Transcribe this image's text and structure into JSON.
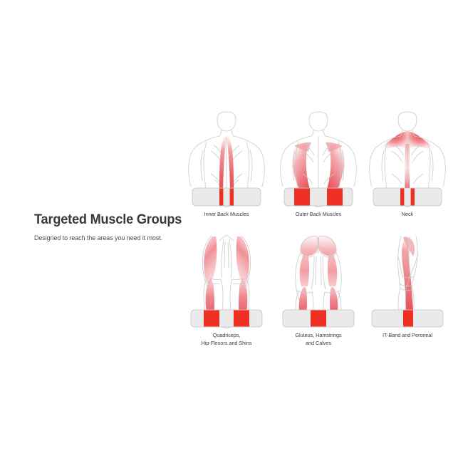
{
  "headline": {
    "title": "Targeted Muscle Groups",
    "subtitle": "Designed to reach the areas you need it most."
  },
  "colors": {
    "background": "#ffffff",
    "title_text": "#383838",
    "subtitle_text": "#4a4a4a",
    "label_text": "#3d3d3d",
    "body_outline": "#c9c9c9",
    "muscle_highlight": "#e8626a",
    "muscle_highlight_soft": "#f3a9ad",
    "roller_body": "#eaeaea",
    "roller_outline": "#c4c4c4",
    "roller_active_red": "#ee3124"
  },
  "figures": [
    {
      "id": "inner-back",
      "label": "Inner Back Muscles",
      "view": "back-torso",
      "highlight": "narrow paraspinal erector spinae bands flanking the spine",
      "roller_blocks": 2,
      "roller_block_style": "narrow"
    },
    {
      "id": "outer-back",
      "label": "Outer Back Muscles",
      "view": "back-torso",
      "highlight": "broad latissimus dorsi and outer back sweeping from shoulders to waist",
      "roller_blocks": 2,
      "roller_block_style": "wide"
    },
    {
      "id": "neck",
      "label": "Neck",
      "view": "back-torso",
      "highlight": "upper trapezius fanning from neck across both shoulders",
      "roller_blocks": 2,
      "roller_block_style": "narrow"
    },
    {
      "id": "quads",
      "label": "Quadriceps,\nHip-Flexors and Shins",
      "label_lines": [
        "Quadriceps,",
        "Hip-Flexors and Shins"
      ],
      "view": "legs-front",
      "highlight": "quadriceps, hip flexors and tibialis anterior of both legs",
      "roller_blocks": 2,
      "roller_block_style": "wide"
    },
    {
      "id": "glutes",
      "label": "Gluteus, Hamstrings\nand Calves",
      "label_lines": [
        "Gluteus, Hamstrings",
        "and Calves"
      ],
      "view": "legs-back",
      "highlight": "gluteus, hamstrings and calves of both legs",
      "roller_blocks": 1,
      "roller_block_style": "wide-center"
    },
    {
      "id": "itband",
      "label": "IT-Band and Peroneal",
      "view": "leg-side",
      "highlight": "iliotibial band and peroneal running down the outer leg",
      "roller_blocks": 1,
      "roller_block_style": "narrow-center"
    }
  ]
}
